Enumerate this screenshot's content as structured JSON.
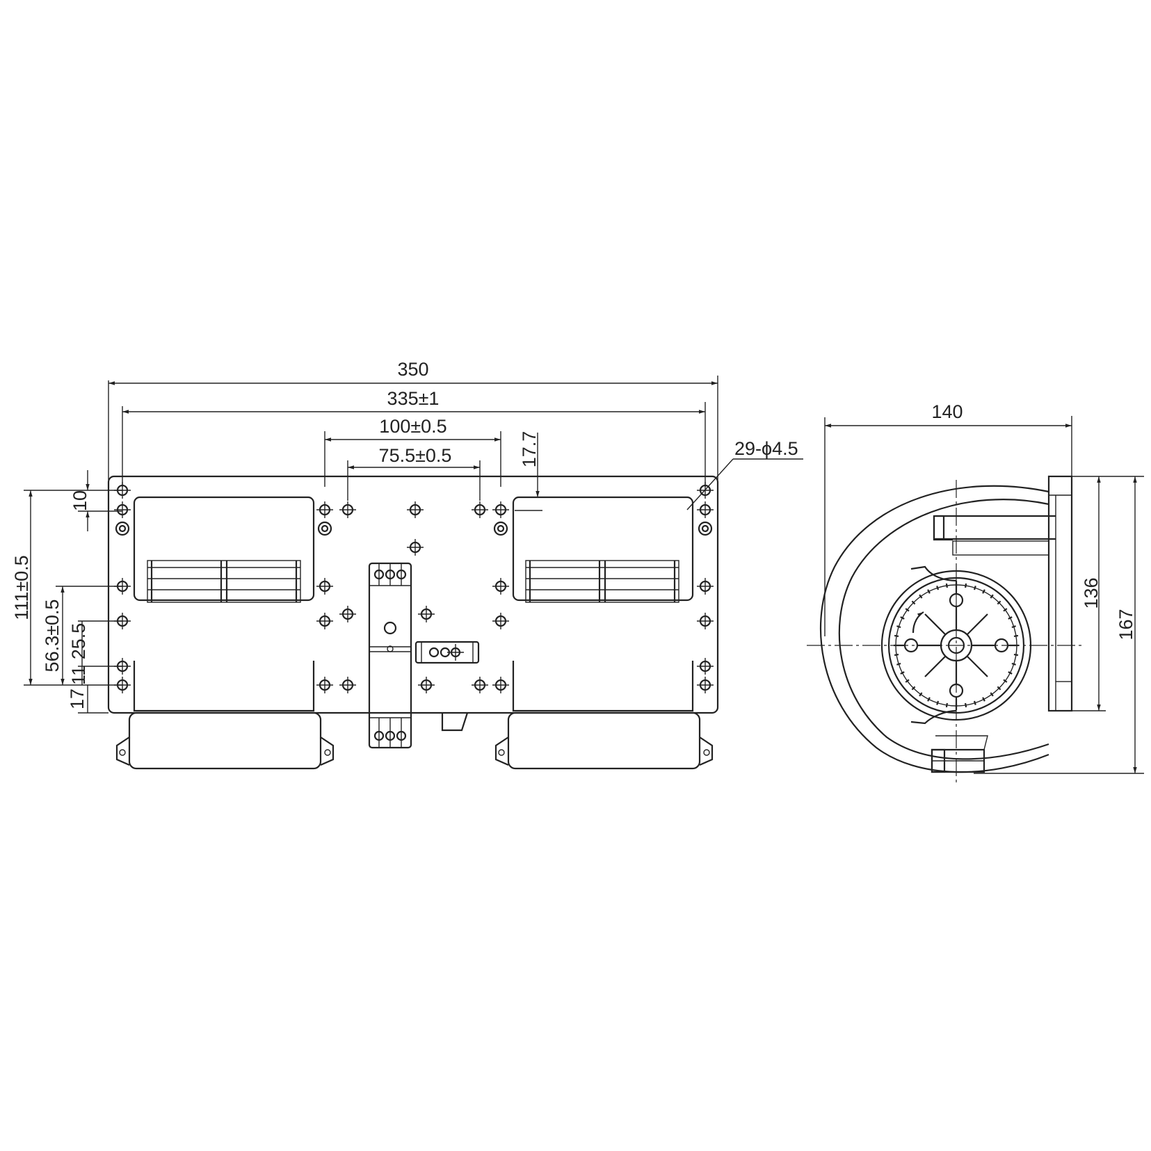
{
  "colors": {
    "line": "#222222",
    "background": "#ffffff"
  },
  "front_view": {
    "dimensions": {
      "overall_width": "350",
      "hole_span": "335±1",
      "center_span_outer": "100±0.5",
      "center_span_inner": "75.5±0.5",
      "top_offset": "17.7",
      "hole_callout": "29-ϕ4.5",
      "top_row_gap": "10",
      "height_111": "111±0.5",
      "height_56": "56.3±0.5",
      "height_25": "25.5",
      "gap_11": "11",
      "bottom_17": "17"
    }
  },
  "side_view": {
    "dimensions": {
      "depth": "140",
      "flange_height": "136",
      "overall_height": "167"
    }
  }
}
